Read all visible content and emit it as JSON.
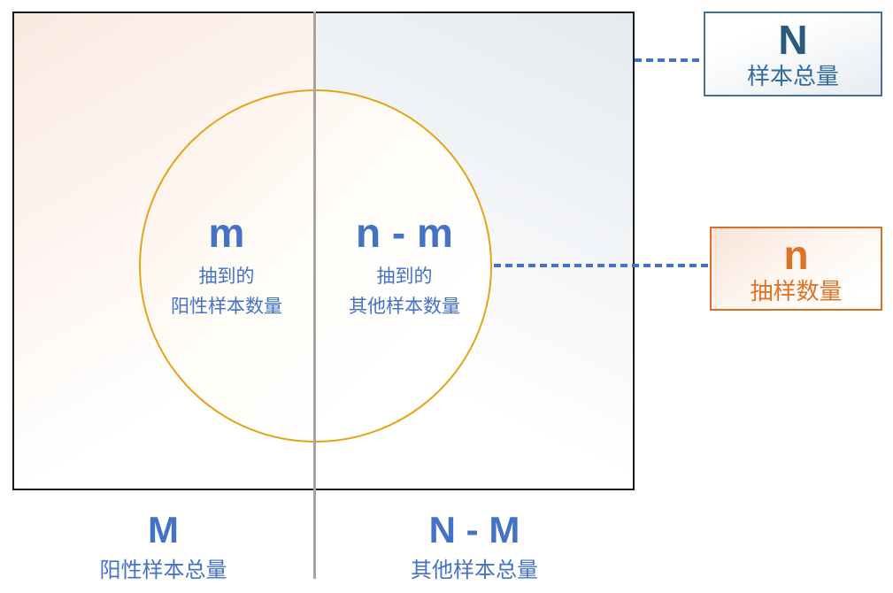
{
  "colors": {
    "text_blue": "#4472c4",
    "circle_gold": "#e3a417",
    "total_box_border": "#41719c",
    "total_box_text": "#2b5a7e",
    "sample_box_border": "#d8702a",
    "sample_box_text": "#dc7226",
    "divider_gray": "#a4a4a4",
    "rect_border": "#1a1a1a",
    "connector_blue": "#4472c4"
  },
  "circle": {
    "left": {
      "symbol": "m",
      "line1": "抽到的",
      "line2": "阳性样本数量"
    },
    "right": {
      "symbol": "n - m",
      "line1": "抽到的",
      "line2": "其他样本数量"
    }
  },
  "bottom": {
    "left": {
      "symbol": "M",
      "label": "阳性样本总量"
    },
    "right": {
      "symbol": "N - M",
      "label": "其他样本总量"
    }
  },
  "legend": {
    "total": {
      "symbol": "N",
      "label": "样本总量"
    },
    "sample": {
      "symbol": "n",
      "label": "抽样数量"
    }
  }
}
